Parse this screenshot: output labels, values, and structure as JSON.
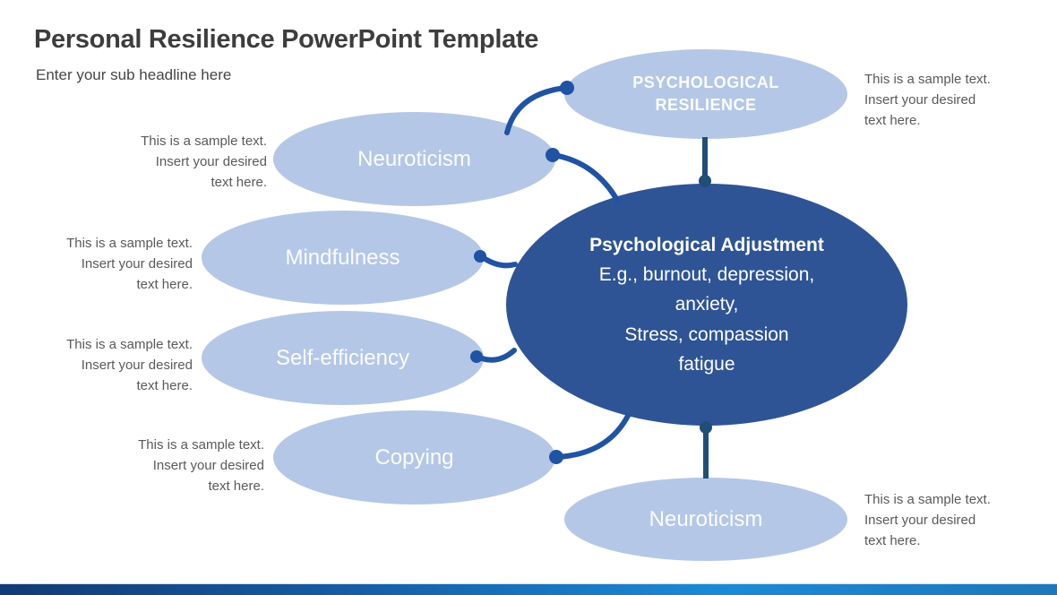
{
  "header": {
    "title": "Personal Resilience PowerPoint Template",
    "subtitle": "Enter your sub headline here"
  },
  "sample_text": {
    "line1": "This is a sample text.",
    "line2": "Insert your desired",
    "line3": "text here."
  },
  "nodes": {
    "psychological_resilience": "PSYCHOLOGICAL RESILIENCE",
    "neuroticism_top": "Neuroticism",
    "mindfulness": "Mindfulness",
    "self_efficiency": "Self-efficiency",
    "copying": "Copying",
    "neuroticism_bottom": "Neuroticism",
    "center": {
      "title": "Psychological Adjustment",
      "line1": "E.g., burnout, depression,",
      "line2": "anxiety,",
      "line3": "Stress, compassion",
      "line4": "fatigue"
    }
  },
  "colors": {
    "light_ellipse": "#b4c7e7",
    "dark_ellipse": "#2e5496",
    "connector": "#2053a3",
    "connector_dark": "#1f4e79",
    "sample_text": "#595959",
    "title_text": "#3d3d3d",
    "footer_gradient": [
      "#123a75",
      "#155fa8",
      "#1b8ad6",
      "#1e77bb"
    ]
  }
}
